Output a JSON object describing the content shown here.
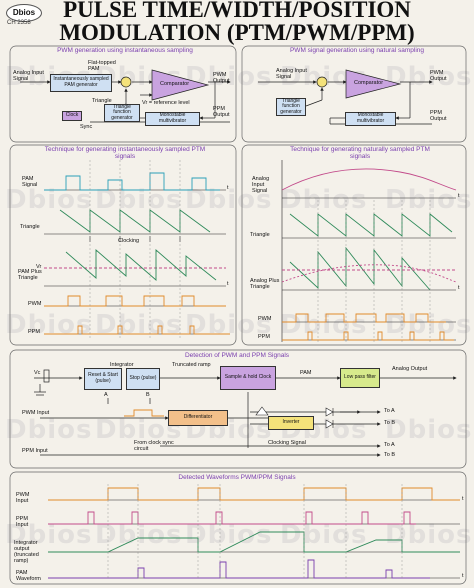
{
  "header": {
    "logo": "Dbios",
    "code": "CH 2358",
    "title_line1": "PULSE TIME/WIDTH/POSITION",
    "title_line2": "MODULATION (PTM/PWM/PPM)"
  },
  "watermark": "Dbios",
  "sections": {
    "pwm_instant": "PWM generation using instantaneous sampling",
    "pwm_natural": "PWM signal generation using natural sampling",
    "ptm_instant": "Technique for generating instantaneously sampled PTM signals",
    "ptm_natural": "Technique for generating naturally sampled PTM signals",
    "detection": "Detection of PWM and PPM Signals",
    "detected": "Detected Waveforms PWM/PPM Signals"
  },
  "blocks_left": {
    "analog_input": "Analog Input Signal",
    "flat_topped": "Flat-topped PAM",
    "sampler": "Instantaneously sampled PAM generator",
    "triangle": "Triangle",
    "tri_gen": "Triangle function generator",
    "comparator": "Comparator",
    "pwm_output": "PWM Output",
    "vr_ref": "Vr = reference level",
    "ppm_output": "PPM Output",
    "clock": "Clock",
    "sync": "Sync",
    "mono": "Monostable multivibrator"
  },
  "blocks_right": {
    "analog_input": "Analog Input Signal",
    "tri_gen": "Triangle function generator",
    "comparator": "Comparator",
    "pwm_output": "PWM Output",
    "ppm_output": "PPM Output",
    "mono": "Monostable multivibrator"
  },
  "wave_labels_left": {
    "pam": "PAM Signal",
    "triangle": "Triangle",
    "clocking": "Clocking",
    "vr": "Vr",
    "pam_plus": "PAM Plus Triangle",
    "pwm": "PWM",
    "ppm": "PPM",
    "t": "t"
  },
  "wave_labels_right": {
    "analog": "Analog Input Signal",
    "triangle": "Triangle",
    "analog_plus": "Analog Plus Triangle",
    "pwm": "PWM",
    "ppm": "PPM",
    "t": "t"
  },
  "detection": {
    "vc": "Vc",
    "integrator": "Integrator",
    "reset": "Reset & Start (pulse)",
    "stop": "Stop (pulse)",
    "a": "A",
    "b": "B",
    "truncated_ramp": "Truncated ramp",
    "sample_hold": "Sample & hold Clock",
    "pam": "PAM",
    "low_pass": "Low pass filter",
    "analog_output": "Analog Output",
    "pwm_input": "PWM Input",
    "differentiator": "Differentiator",
    "inverter": "Inverter",
    "to_a": "To A",
    "to_b": "To B",
    "clocking_signal": "Clocking Signal",
    "from_clock": "From clock sync circuit",
    "ppm_input": "PPM Input"
  },
  "detected_labels": {
    "pwm_input": "PWM Input",
    "ppm_input": "PPM Input",
    "integrator_output": "Integrator output (truncated ramp)",
    "pam_waveform": "PAM Waveform",
    "t": "t"
  },
  "colors": {
    "section_text": "#7a3fae",
    "block_blue": "#cfe0f3",
    "block_purple": "#c9a3e0",
    "block_orange": "#f3c08a",
    "block_green": "#d7ea8c",
    "block_yellow": "#f4e27a",
    "wave_orange": "#e08a2a",
    "wave_green": "#2f8a5a",
    "wave_purple": "#7a3fae",
    "wave_pink": "#c24a8a"
  }
}
